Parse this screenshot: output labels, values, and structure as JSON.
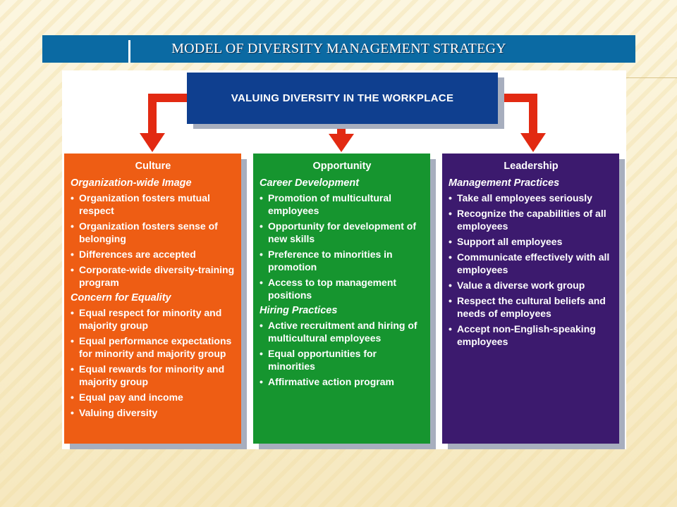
{
  "title": "MODEL OF DIVERSITY MANAGEMENT STRATEGY",
  "top_box": "VALUING DIVERSITY IN THE WORKPLACE",
  "colors": {
    "title_bar": "#0b6aa3",
    "top_box": "#0f3f8f",
    "arrow": "#e22a12",
    "culture": "#ee5d14",
    "opportunity": "#16952f",
    "leadership": "#3c1a6e"
  },
  "columns": {
    "culture": {
      "heading": "Culture",
      "sections": [
        {
          "title": "Organization-wide Image",
          "items": [
            "Organization fosters mutual respect",
            "Organization fosters sense of belonging",
            "Differences are accepted",
            "Corporate-wide diversity-training program"
          ]
        },
        {
          "title": "Concern for Equality",
          "items": [
            "Equal respect for minority and majority group",
            "Equal performance expectations for minority and majority group",
            "Equal rewards for minority and majority group",
            "Equal pay and income",
            "Valuing diversity"
          ]
        }
      ]
    },
    "opportunity": {
      "heading": "Opportunity",
      "sections": [
        {
          "title": "Career Development",
          "items": [
            "Promotion of multicultural employees",
            "Opportunity for development of new skills",
            "Preference to minorities in promotion",
            "Access to top management positions"
          ]
        },
        {
          "title": "Hiring Practices",
          "items": [
            "Active recruitment and hiring of multicultural employees",
            "Equal opportunities for minorities",
            "Affirmative action program"
          ]
        }
      ]
    },
    "leadership": {
      "heading": "Leadership",
      "sections": [
        {
          "title": "Management Practices",
          "items": [
            "Take all employees seriously",
            "Recognize the capabilities of all employees",
            "Support all employees",
            "Communicate effectively with all employees",
            "Value a diverse work group",
            "Respect the cultural beliefs and needs of employees",
            "Accept non-English-speaking employees"
          ]
        }
      ]
    }
  }
}
